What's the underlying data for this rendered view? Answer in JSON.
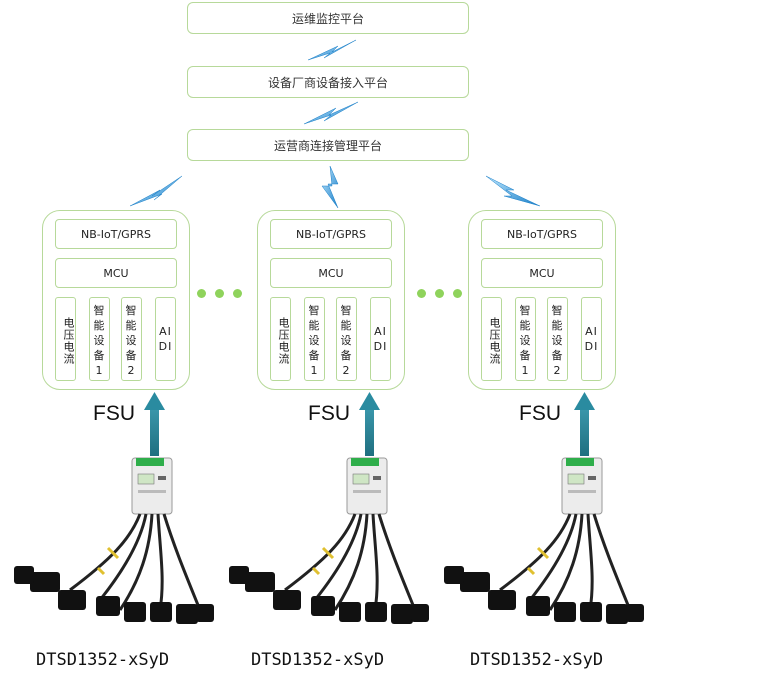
{
  "platforms": {
    "ops": "运维监控平台",
    "vendor": "设备厂商设备接入平台",
    "operator": "运营商连接管理平台"
  },
  "fsu_units": [
    {
      "comm": "NB-IoT/GPRS",
      "mcu": "MCU",
      "voltage_current": "电压电流",
      "smart1": [
        "智",
        "能",
        "设",
        "备",
        "1"
      ],
      "smart2": [
        "智",
        "能",
        "设",
        "备",
        "2"
      ],
      "aidi": [
        "AI",
        "DI"
      ],
      "label": "FSU",
      "meter": "DTSD1352-xSyD"
    },
    {
      "comm": "NB-IoT/GPRS",
      "mcu": "MCU",
      "voltage_current": "电压电流",
      "smart1": [
        "智",
        "能",
        "设",
        "备",
        "1"
      ],
      "smart2": [
        "智",
        "能",
        "设",
        "备",
        "2"
      ],
      "aidi": [
        "AI",
        "DI"
      ],
      "label": "FSU",
      "meter": "DTSD1352-xSyD"
    },
    {
      "comm": "NB-IoT/GPRS",
      "mcu": "MCU",
      "voltage_current": "电压电流",
      "smart1": [
        "智",
        "能",
        "设",
        "备",
        "1"
      ],
      "smart2": [
        "智",
        "能",
        "设",
        "备",
        "2"
      ],
      "aidi": [
        "AI",
        "DI"
      ],
      "label": "FSU",
      "meter": "DTSD1352-xSyD"
    }
  ],
  "colors": {
    "border": "#b7d99a",
    "dots": "#8fd35c",
    "lightning": "#1b8fd6",
    "arrow": "#2a7f93"
  },
  "icons": [
    "lightning-bolt-icon",
    "up-arrow-icon",
    "energy-meter-device"
  ]
}
